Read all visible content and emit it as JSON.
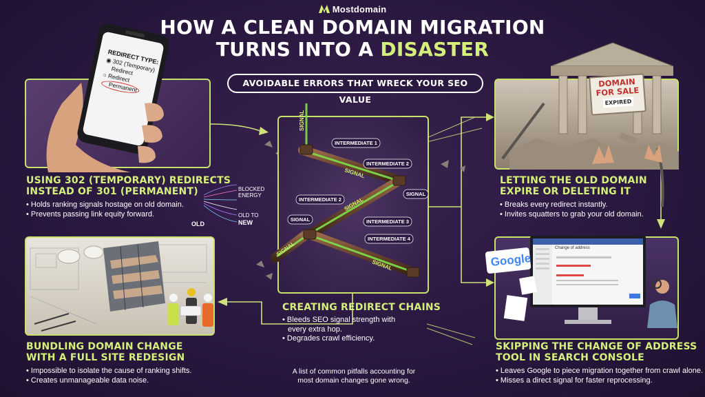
{
  "brand": {
    "name": "Mostdomain"
  },
  "title": {
    "line1": "HOW A CLEAN DOMAIN MIGRATION",
    "line2_prefix": "TURNS INTO A ",
    "line2_accent": "DISASTER"
  },
  "subtitle": "AVOIDABLE ERRORS THAT WRECK YOUR SEO VALUE",
  "phone": {
    "heading": "REDIRECT TYPE:",
    "option1": "302 (Temporary)",
    "option2": "Redirect",
    "option3": "Redirect",
    "option4": "Permanent"
  },
  "sections": {
    "redirects": {
      "h1": "USING 302 (TEMPORARY) REDIRECTS",
      "h2": "INSTEAD OF 301 (PERMANENT)",
      "b1": "Holds ranking signals hostage on old domain.",
      "b2": "Prevents passing link equity forward."
    },
    "expire": {
      "h1": "LETTING THE OLD DOMAIN",
      "h2": "EXPIRE OR DELETING IT",
      "b1": "Breaks every redirect instantly.",
      "b2": "Invites squatters to grab your old domain."
    },
    "chains": {
      "h1": "CREATING REDIRECT CHAINS",
      "b1a": "Bleeds SEO signal strength with",
      "b1b": "every extra hop.",
      "b2": "Degrades crawl efficiency."
    },
    "redesign": {
      "h1": "BUNDLING DOMAIN CHANGE",
      "h2": "WITH A FULL SITE REDESIGN",
      "b1": "Impossible to isolate the cause of ranking shifts.",
      "b2": "Creates unmanageable data noise."
    },
    "console": {
      "h1": "SKIPPING THE CHANGE OF ADDRESS",
      "h2": "TOOL IN SEARCH CONSOLE",
      "b1": "Leaves Google to piece migration together from crawl alone.",
      "b2": "Misses a direct signal for faster reprocessing."
    }
  },
  "flow": {
    "blocked1": "BLOCKED",
    "blocked2": "ENERGY",
    "old": "OLD",
    "oldto": "OLD TO",
    "new": "NEW"
  },
  "pipes": {
    "signal": "SIGNAL",
    "i1": "INTERMEDIATE 1",
    "i2": "INTERMEDIATE 2",
    "i2b": "INTERMEDIATE 2",
    "i3": "INTERMEDIATE 3",
    "i4": "INTERMEDIATE 4"
  },
  "sign": {
    "line1": "DOMAIN",
    "line2": "FOR SALE",
    "line3": "EXPIRED"
  },
  "console_ui": {
    "google": "Google",
    "window_title": "Change of address"
  },
  "footnote": {
    "line1": "A list of common pitfalls accounting for",
    "line2": "most domain changes gone wrong."
  },
  "colors": {
    "accent": "#d4ef7a",
    "background": "#2a1840",
    "panel_border": "#c8e26a",
    "signal_green": "#7de04a"
  }
}
